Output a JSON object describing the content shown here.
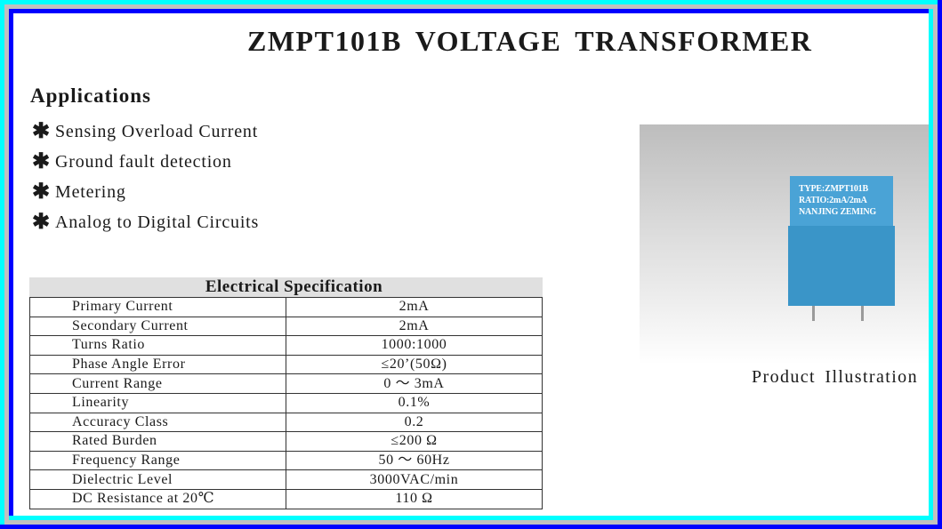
{
  "title": "ZMPT101B VOLTAGE TRANSFORMER",
  "applications": {
    "heading": "Applications",
    "bullet_icon": "asterisk",
    "items": [
      "Sensing Overload Current",
      "Ground fault detection",
      "Metering",
      "Analog to Digital Circuits"
    ]
  },
  "spec": {
    "header": "Electrical Specification",
    "rows": [
      {
        "label": "Primary Current",
        "value": "2mA"
      },
      {
        "label": "Secondary Current",
        "value": "2mA"
      },
      {
        "label": "Turns Ratio",
        "value": "1000:1000"
      },
      {
        "label": "Phase Angle Error",
        "value": "≤20’(50Ω)"
      },
      {
        "label": "Current Range",
        "value": "0 ～ 3mA"
      },
      {
        "label": "Linearity",
        "value": "0.1%"
      },
      {
        "label": "Accuracy Class",
        "value": "0.2"
      },
      {
        "label": "Rated Burden",
        "value": "≤200 Ω"
      },
      {
        "label": "Frequency Range",
        "value": "50 ～ 60Hz"
      },
      {
        "label": "Dielectric Level",
        "value": "3000VAC/min"
      },
      {
        "label": "DC Resistance at 20℃",
        "value": "110 Ω"
      }
    ]
  },
  "product": {
    "label_lines": [
      "TYPE:ZMPT101B",
      "RATIO:2mA/2mA",
      "NANJING ZEMING"
    ],
    "caption": "Product Illustration",
    "body_color": "#3a95c8"
  },
  "frame_colors": {
    "outer_light": "#00ffff",
    "middle": "#c0c0c0",
    "dark": "#0000ff"
  }
}
